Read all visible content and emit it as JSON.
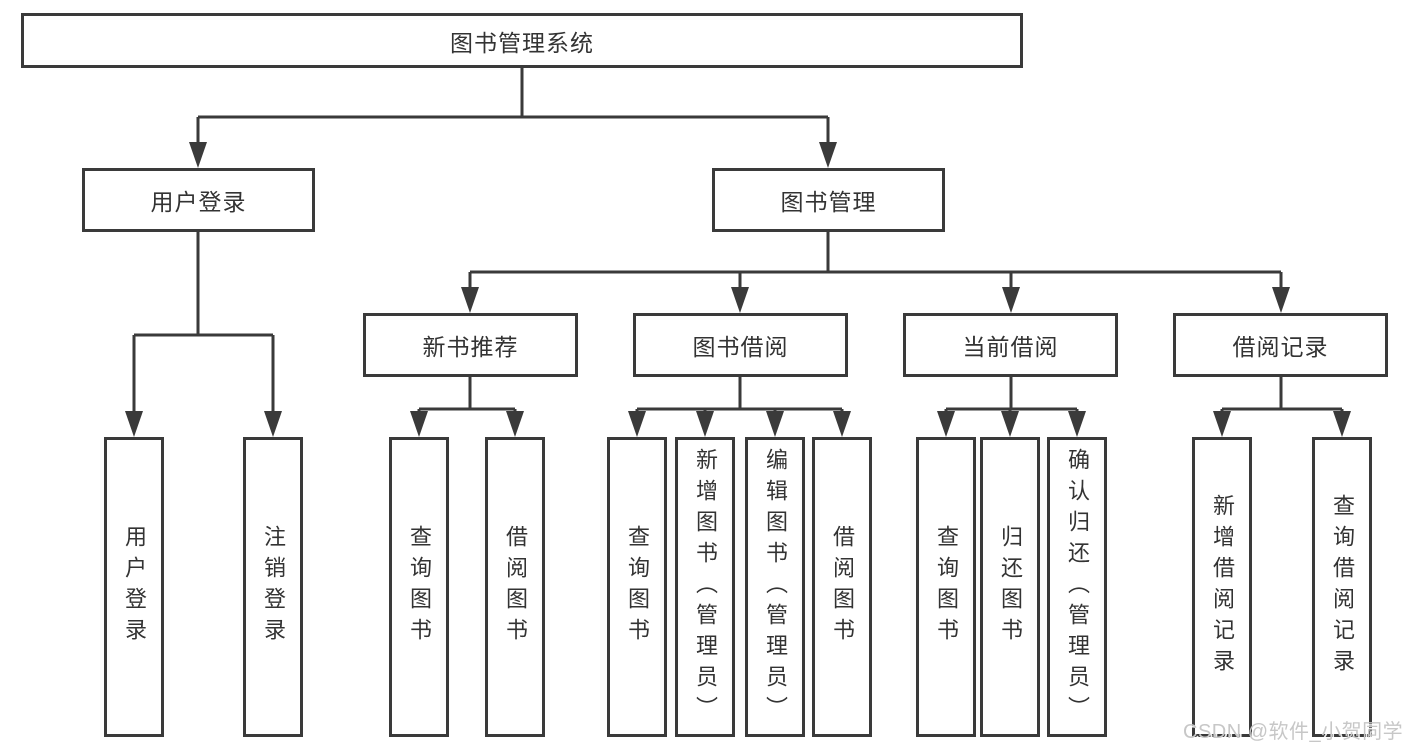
{
  "diagram": {
    "watermark": "CSDN @软件_小贺同学",
    "colors": {
      "line": "#3a3a3a",
      "text": "#333333",
      "background": "#ffffff",
      "watermark_text": "#c7c7c7"
    },
    "tree": {
      "label": "图书管理系统",
      "children": [
        {
          "label": "用户登录",
          "children": [
            {
              "label": "用户登录"
            },
            {
              "label": "注销登录"
            }
          ]
        },
        {
          "label": "图书管理",
          "children": [
            {
              "label": "新书推荐",
              "children": [
                {
                  "label": "查询图书"
                },
                {
                  "label": "借阅图书"
                }
              ]
            },
            {
              "label": "图书借阅",
              "children": [
                {
                  "label": "查询图书"
                },
                {
                  "label": "新增图书（管理员）"
                },
                {
                  "label": "编辑图书（管理员）"
                },
                {
                  "label": "借阅图书"
                }
              ]
            },
            {
              "label": "当前借阅",
              "children": [
                {
                  "label": "查询图书"
                },
                {
                  "label": "归还图书"
                },
                {
                  "label": "确认归还（管理员）"
                }
              ]
            },
            {
              "label": "借阅记录",
              "children": [
                {
                  "label": "新增借阅记录"
                },
                {
                  "label": "查询借阅记录"
                }
              ]
            }
          ]
        }
      ]
    }
  }
}
